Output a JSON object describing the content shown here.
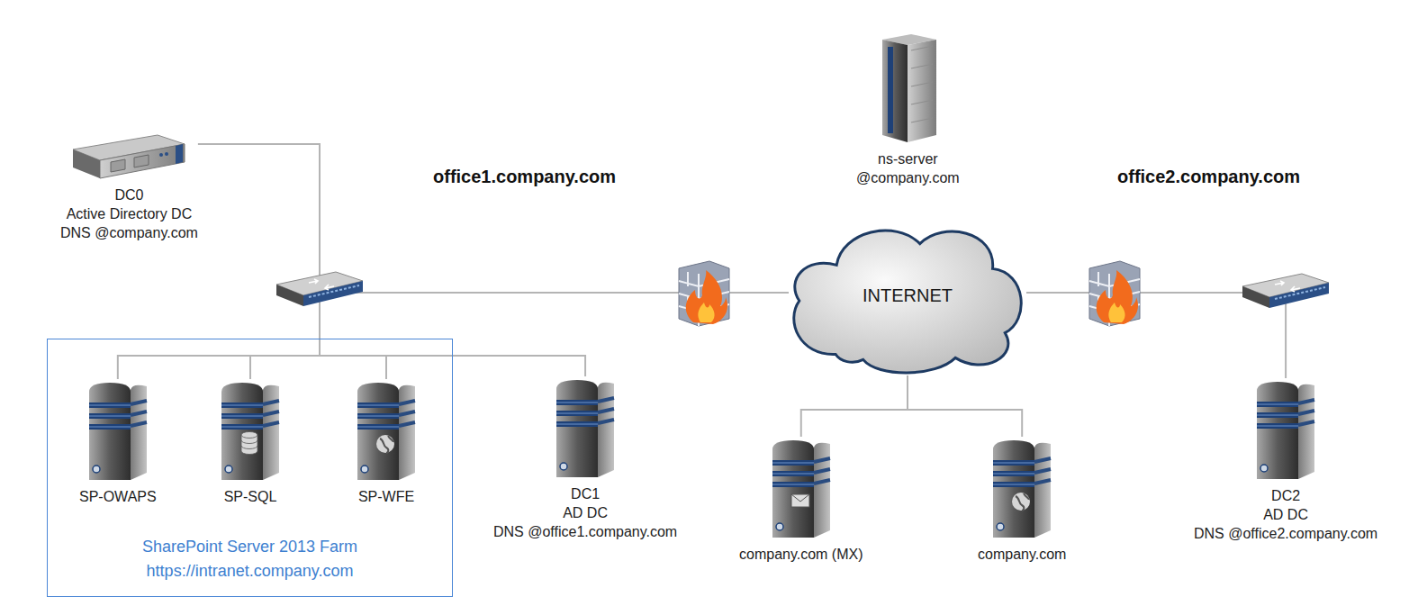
{
  "diagram": {
    "nodes": [
      {
        "text": [
          "DC0",
          "Active Directory DC",
          "DNS @company.com"
        ]
      },
      {
        "text": [
          "ns-server",
          "@company.com"
        ]
      },
      {
        "text": [
          "INTERNET"
        ]
      },
      {
        "text": [
          "SharePoint Server 2013 Farm",
          "https://intranet.company.com"
        ]
      },
      {
        "text": [
          "SP-OWAPS"
        ],
        "in": 3
      },
      {
        "text": [
          "SP-SQL"
        ],
        "in": 3
      },
      {
        "text": [
          "SP-WFE"
        ],
        "in": 3
      },
      {
        "text": [
          "DC1",
          "AD DC",
          "DNS @office1.company.com"
        ]
      },
      {
        "text": [
          "company.com (MX)"
        ]
      },
      {
        "text": [
          "company.com"
        ]
      },
      {
        "text": [
          "DC2",
          "AD DC",
          "DNS @office2.company.com"
        ]
      }
    ],
    "edges": [
      {
        "from": 0,
        "to": 2,
        "arrow": "none"
      },
      {
        "from": 4,
        "to": 2,
        "arrow": "none"
      },
      {
        "from": 5,
        "to": 2,
        "arrow": "none"
      },
      {
        "from": 6,
        "to": 2,
        "arrow": "none"
      },
      {
        "from": 7,
        "to": 2,
        "arrow": "none"
      },
      {
        "from": 2,
        "to": 8,
        "arrow": "none"
      },
      {
        "from": 2,
        "to": 9,
        "arrow": "none"
      },
      {
        "from": 10,
        "to": 2,
        "arrow": "none"
      }
    ],
    "labels": [
      "office1.company.com",
      "office2.company.com"
    ]
  }
}
